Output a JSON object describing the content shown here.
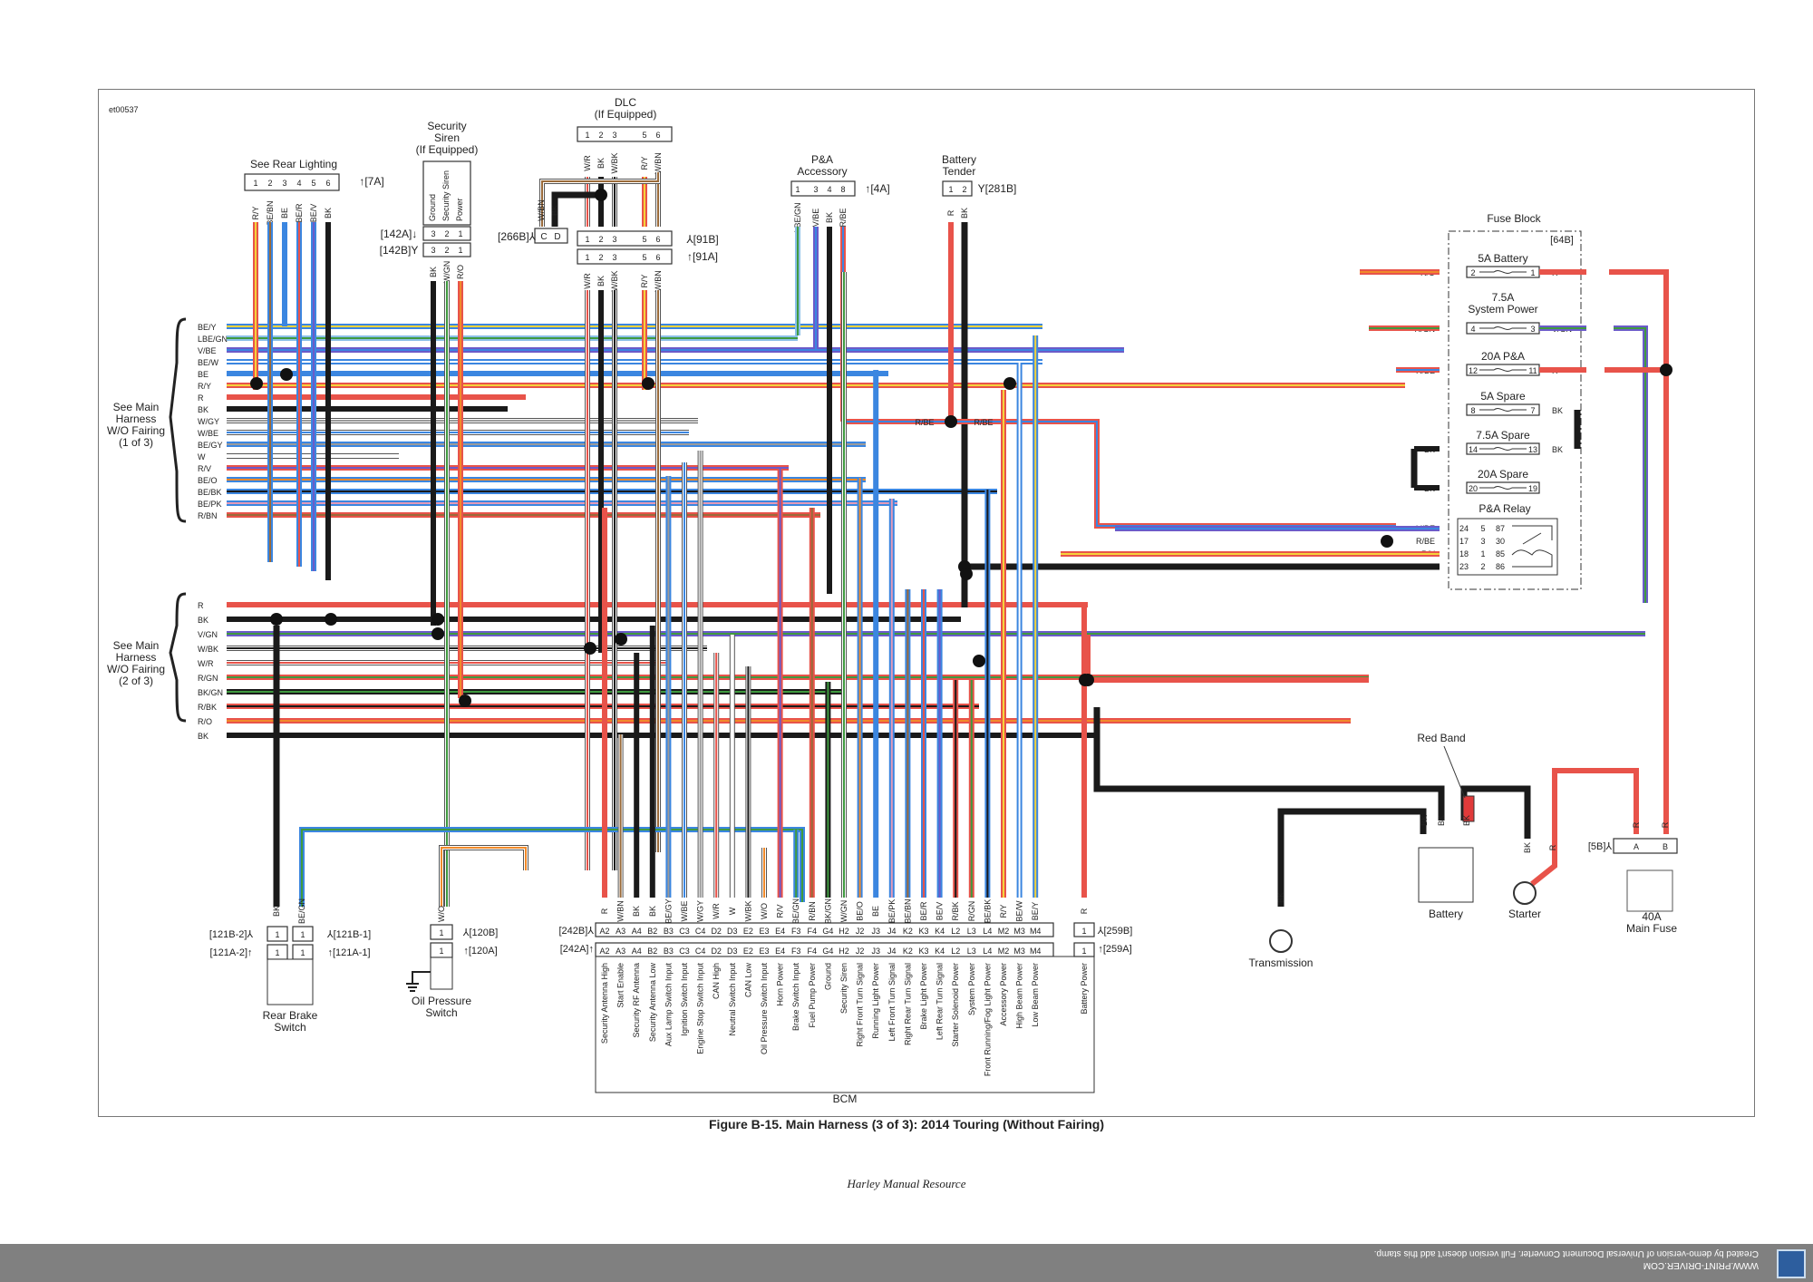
{
  "doc_id": "et00537",
  "caption": "Figure B-15. Main Harness (3 of 3): 2014 Touring (Without Fairing)",
  "footer": "Harley Manual Resource",
  "stamp": {
    "line1": "WWW.PRINT-DRIVER.COM",
    "line2": "Created by demo-version of Universal Document Converter. Full version doesn't add this stamp."
  },
  "wire_colors": {
    "R": "#e8534a",
    "BK": "#1a1a1a",
    "BE": "#3b86e0",
    "V": "#6b5bc9",
    "Y": "#f5d33a",
    "O": "#f08a2a",
    "GN": "#3f9a3f",
    "LBE": "#8cc0e8",
    "W": "#ffffff",
    "GY": "#9a9a9a",
    "BN": "#9a6a3a",
    "PK": "#e49ab8"
  },
  "rear_lighting": {
    "title": "See Rear Lighting",
    "connector": "[7A]",
    "pins": [
      "1",
      "2",
      "3",
      "4",
      "5",
      "6"
    ],
    "wires": [
      "R/Y",
      "BE/BN",
      "BE",
      "BE/R",
      "BE/V",
      "BK"
    ]
  },
  "security_siren": {
    "title_lines": [
      "Security",
      "Siren",
      "(If Equipped)"
    ],
    "functions": [
      "Ground",
      "Security Siren",
      "Power"
    ],
    "connector_a": "[142A]",
    "connector_b": "[142B]",
    "pins": [
      "3",
      "2",
      "1"
    ],
    "wires": [
      "BK",
      "W/GN",
      "R/O"
    ]
  },
  "dlc": {
    "title_lines": [
      "DLC",
      "(If Equipped)"
    ],
    "pins": [
      "1",
      "2",
      "3",
      "5",
      "6"
    ],
    "wires": [
      "W/R",
      "BK",
      "W/BK",
      "R/Y",
      "W/BN"
    ],
    "connector_b": "[91B]",
    "connector_a": "[91A]"
  },
  "c266b": {
    "connector": "[266B]",
    "pins": [
      "C",
      "D"
    ],
    "wires": [
      "W/BN",
      "BK"
    ]
  },
  "pa_accessory": {
    "title_lines": [
      "P&A",
      "Accessory"
    ],
    "connector": "[4A]",
    "pins": [
      "1",
      "3",
      "4",
      "8"
    ],
    "wires": [
      "LBE/GN",
      "V/BE",
      "BK",
      "R/BE"
    ]
  },
  "battery_tender": {
    "title_lines": [
      "Battery",
      "Tender"
    ],
    "connector": "[281B]",
    "pins": [
      "1",
      "2"
    ],
    "wires": [
      "R",
      "BK"
    ]
  },
  "harness_1": {
    "label_lines": [
      "See Main",
      "Harness",
      "W/O Fairing",
      "(1 of 3)"
    ],
    "wires": [
      "BE/Y",
      "LBE/GN",
      "V/BE",
      "BE/W",
      "BE",
      "R/Y",
      "R",
      "BK",
      "W/GY",
      "W/BE",
      "BE/GY",
      "W",
      "R/V",
      "BE/O",
      "BE/BK",
      "BE/PK",
      "R/BN"
    ]
  },
  "harness_2": {
    "label_lines": [
      "See Main",
      "Harness",
      "W/O Fairing",
      "(2 of 3)"
    ],
    "wires": [
      "R",
      "BK",
      "V/GN",
      "W/BK",
      "W/R",
      "R/GN",
      "BK/GN",
      "R/BK",
      "R/O",
      "BK"
    ]
  },
  "fuse_block": {
    "title": "Fuse Block",
    "connector": "[64B]",
    "fuses": [
      {
        "name": "5A Battery",
        "in_pin": "2",
        "out_pin": "1",
        "in_wire": "R/O",
        "out_wire": "R"
      },
      {
        "name_lines": [
          "7.5A",
          "System Power"
        ],
        "name": "7.5A System Power",
        "in_pin": "4",
        "out_pin": "3",
        "in_wire": "R/GN",
        "out_wire": "V/GN"
      },
      {
        "name": "20A P&A",
        "in_pin": "12",
        "out_pin": "11",
        "in_wire": "R/BE",
        "out_wire": "R"
      },
      {
        "name": "5A Spare",
        "in_pin": "8",
        "out_pin": "7",
        "in_wire": "",
        "out_wire": "BK"
      },
      {
        "name": "7.5A Spare",
        "in_pin": "14",
        "out_pin": "13",
        "in_wire": "BK",
        "out_wire": "BK"
      },
      {
        "name": "20A Spare",
        "in_pin": "20",
        "out_pin": "19",
        "in_wire": "BK",
        "out_wire": ""
      }
    ],
    "relay": {
      "title": "P&A Relay",
      "rows": [
        {
          "wire": "V/BE",
          "pin": "24",
          "num": "5",
          "term": "87"
        },
        {
          "wire": "R/BE",
          "pin": "17",
          "num": "3",
          "term": "30"
        },
        {
          "wire": "R/Y",
          "pin": "18",
          "num": "1",
          "term": "85"
        },
        {
          "wire": "BK",
          "pin": "23",
          "num": "2",
          "term": "86"
        }
      ]
    }
  },
  "splice_labels": {
    "left": "R/BE",
    "right": "R/BE",
    "vertical": "R"
  },
  "rear_brake_switch": {
    "title_lines": [
      "Rear Brake",
      "Switch"
    ],
    "wires": [
      "BK",
      "BE/GN"
    ],
    "conn_b_left": "[121B-2]",
    "conn_a_left": "[121A-2]",
    "conn_b_right": "[121B-1]",
    "conn_a_right": "[121A-1]",
    "pin": "1"
  },
  "oil_pressure_switch": {
    "title_lines": [
      "Oil Pressure",
      "Switch"
    ],
    "wire": "W/O",
    "conn_b": "[120B]",
    "conn_a": "[120A]",
    "pin": "1"
  },
  "bcm": {
    "title": "BCM",
    "conn_b": "[242B]",
    "conn_a": "[242A]",
    "pins": [
      {
        "pin": "A2",
        "wire": "R",
        "func": "Security Antenna High"
      },
      {
        "pin": "A3",
        "wire": "W/BN",
        "func": "Start Enable"
      },
      {
        "pin": "A4",
        "wire": "BK",
        "func": "Security RF Antenna"
      },
      {
        "pin": "B2",
        "wire": "BK",
        "func": "Security Antenna Low"
      },
      {
        "pin": "B3",
        "wire": "BE/GY",
        "func": "Aux Lamp Switch Input"
      },
      {
        "pin": "C3",
        "wire": "W/BE",
        "func": "Ignition Switch Input"
      },
      {
        "pin": "C4",
        "wire": "W/GY",
        "func": "Engine Stop Switch Input"
      },
      {
        "pin": "D2",
        "wire": "W/R",
        "func": "CAN High"
      },
      {
        "pin": "D3",
        "wire": "W",
        "func": "Neutral Switch Input"
      },
      {
        "pin": "E2",
        "wire": "W/BK",
        "func": "CAN Low"
      },
      {
        "pin": "E3",
        "wire": "W/O",
        "func": "Oil Pressure Switch Input"
      },
      {
        "pin": "E4",
        "wire": "R/V",
        "func": "Horn Power"
      },
      {
        "pin": "F3",
        "wire": "BE/GN",
        "func": "Brake Switch Input"
      },
      {
        "pin": "F4",
        "wire": "R/BN",
        "func": "Fuel Pump Power"
      },
      {
        "pin": "G4",
        "wire": "BK/GN",
        "func": "Ground"
      },
      {
        "pin": "H2",
        "wire": "W/GN",
        "func": "Security Siren"
      },
      {
        "pin": "J2",
        "wire": "BE/O",
        "func": "Right Front Turn Signal"
      },
      {
        "pin": "J3",
        "wire": "BE",
        "func": "Running Light Power"
      },
      {
        "pin": "J4",
        "wire": "BE/PK",
        "func": "Left Front Turn Signal"
      },
      {
        "pin": "K2",
        "wire": "BE/BN",
        "func": "Right Rear Turn Signal"
      },
      {
        "pin": "K3",
        "wire": "BE/R",
        "func": "Brake Light Power"
      },
      {
        "pin": "K4",
        "wire": "BE/V",
        "func": "Left Rear Turn Signal"
      },
      {
        "pin": "L2",
        "wire": "R/BK",
        "func": "Starter Solenoid Power"
      },
      {
        "pin": "L3",
        "wire": "R/GN",
        "func": "System Power"
      },
      {
        "pin": "L4",
        "wire": "BE/BK",
        "func": "Front Running/Fog Light Power"
      },
      {
        "pin": "M2",
        "wire": "R/Y",
        "func": "Accessory Power"
      },
      {
        "pin": "M3",
        "wire": "BE/W",
        "func": "High Beam Power"
      },
      {
        "pin": "M4",
        "wire": "BE/Y",
        "func": "Low Beam Power"
      }
    ],
    "battery_power": {
      "pin": "1",
      "wire": "R",
      "func": "Battery Power",
      "conn_b": "[259B]",
      "conn_a": "[259A]"
    }
  },
  "power_section": {
    "red_band": "Red Band",
    "battery": "Battery",
    "battery_wires": [
      "BK",
      "BK",
      "BK"
    ],
    "starter": "Starter",
    "starter_wires": [
      "BK",
      "R"
    ],
    "transmission": "Transmission",
    "transmission_wire": "BK",
    "main_fuse": {
      "title_lines": [
        "40A",
        "Main Fuse"
      ],
      "connector": "[5B]",
      "pins": [
        "A",
        "B"
      ],
      "wires": [
        "R",
        "R"
      ]
    }
  }
}
